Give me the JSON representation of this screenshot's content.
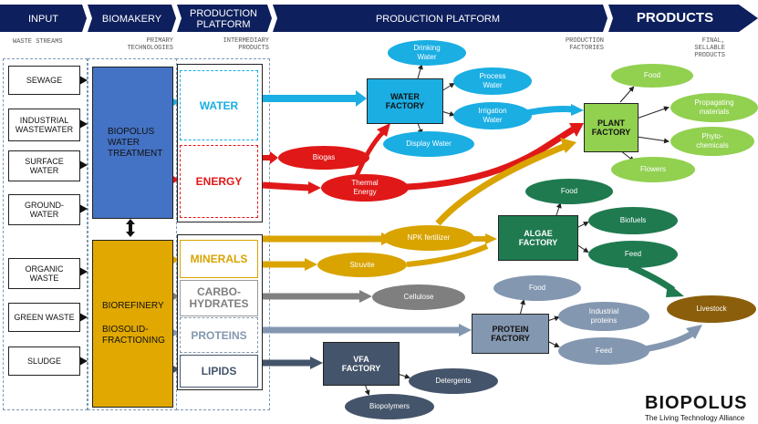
{
  "header": {
    "input": "INPUT",
    "biomakery": "BIOMAKERY",
    "production_platform_short": "PRODUCTION\nPLATFORM",
    "production_platform": "PRODUCTION PLATFORM",
    "products": "PRODUCTS"
  },
  "subheaders": {
    "waste_streams": "WASTE STREAMS",
    "primary_technologies": "PRIMARY\nTECHNOLOGIES",
    "intermediary_products": "INTERMEDIARY\nPRODUCTS",
    "production_factories": "PRODUCTION\nFACTORIES",
    "final_products": "FINAL,\nSELLABLE\nPRODUCTS"
  },
  "inputs": [
    "SEWAGE",
    "INDUSTRIAL\nWASTEWATER",
    "SURFACE\nWATER",
    "GROUND-\nWATER",
    "ORGANIC\nWASTE",
    "GREEN WASTE",
    "SLUDGE"
  ],
  "technologies": {
    "water_treatment": "BIOPOLUS\nWATER\nTREATMENT",
    "biorefinery": "BIOREFINERY",
    "biosolid": "BIOSOLID-\nFRACTIONING"
  },
  "intermediary": {
    "water": "WATER",
    "energy": "ENERGY",
    "minerals": "MINERALS",
    "carbohydrates": "CARBO-\nHYDRATES",
    "proteins": "PROTEINS",
    "lipids": "LIPIDS"
  },
  "factories": {
    "water": "WATER\nFACTORY",
    "plant": "PLANT\nFACTORY",
    "algae": "ALGAE\nFACTORY",
    "protein": "PROTEIN\nFACTORY",
    "vfa": "VFA\nFACTORY"
  },
  "products": {
    "drinking_water": "Drinking\nWater",
    "process_water": "Process\nWater",
    "irrigation_water": "Irrigation\nWater",
    "display_water": "Display Water",
    "biogas": "Biogas",
    "thermal_energy": "Thermal\nEnergy",
    "npk": "NPK fertilizer",
    "struvite": "Struvite",
    "cellulose": "Cellulose",
    "plant_food": "Food",
    "propagating": "Propagating\nmaterials",
    "phytochemicals": "Phyto-\nchemicals",
    "flowers": "Flowers",
    "algae_food": "Food",
    "biofuels": "Biofuels",
    "feed": "Feed",
    "livestock": "Livestock",
    "protein_food": "Food",
    "industrial_proteins": "Industrial\nproteins",
    "protein_feed": "Feed",
    "detergents": "Detergents",
    "biopolymers": "Biopolymers"
  },
  "logo": {
    "name": "BIOPOLUS",
    "tagline": "The Living Technology Alliance"
  },
  "colors": {
    "navy": "#0d1f5c",
    "water_blue": "#1aaee3",
    "energy_red": "#e01818",
    "mineral_gold": "#d9a300",
    "plant_green": "#92d050",
    "algae_green": "#1f7a50",
    "protein_grey": "#8497b0",
    "vfa_slate": "#44546a",
    "livestock_brown": "#8b5e0c",
    "tech_blue": "#4472c4"
  }
}
